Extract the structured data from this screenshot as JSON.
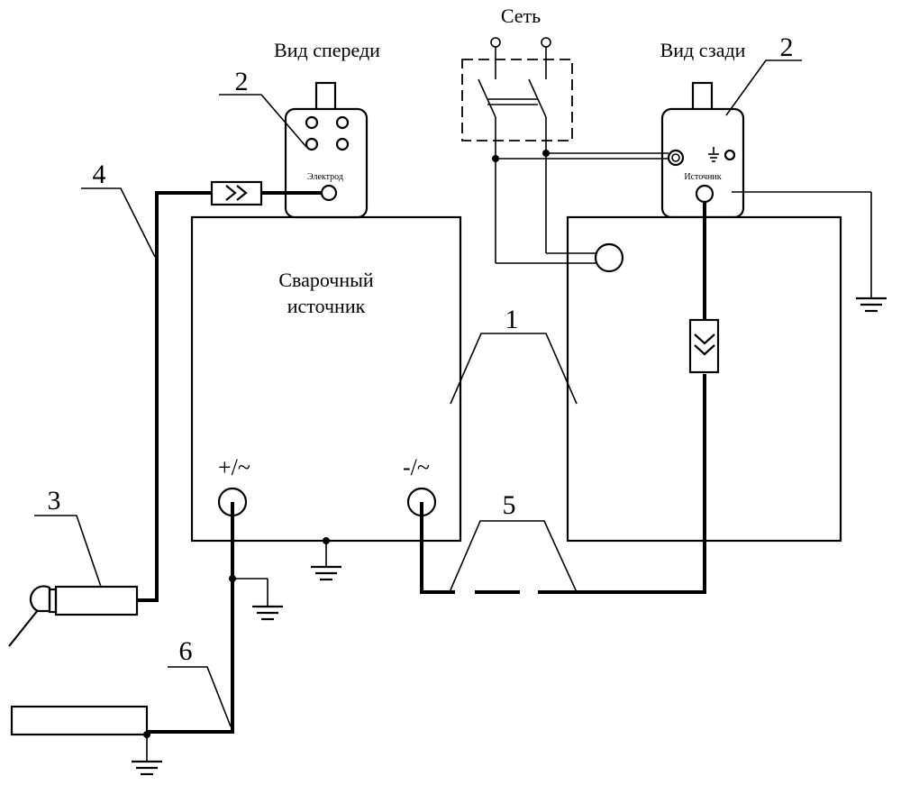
{
  "labels": {
    "front_view": "Вид спереди",
    "rear_view": "Вид сзади",
    "network": "Сеть",
    "source_line1": "Сварочный",
    "source_line2": "источник",
    "electrode": "Электрод",
    "source_small": "Источник",
    "plus_terminal": "+/~",
    "minus_terminal": "-/~"
  },
  "callouts": {
    "n1": "1",
    "n2_front": "2",
    "n2_rear": "2",
    "n3": "3",
    "n4": "4",
    "n5": "5",
    "n6": "6"
  }
}
